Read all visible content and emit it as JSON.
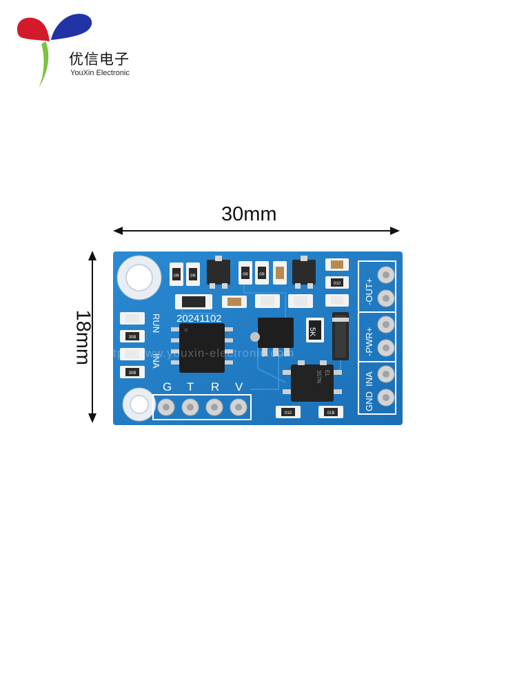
{
  "brand": {
    "name_cn": "优信电子",
    "name_en": "YouXin Electronic"
  },
  "dimensions": {
    "width_label": "30mm",
    "height_label": "18mm"
  },
  "board": {
    "date_code": "20241102",
    "run_label": "RUN",
    "ina_label": "INA",
    "resistor_code": "5K",
    "chip_marking_1": "357N",
    "chip_marking_2": "EL",
    "uart_pins": [
      "G",
      "T",
      "R",
      "V"
    ],
    "right_labels": [
      "-OUT+",
      "-PWR+",
      "GND  INA"
    ],
    "smd_codes": [
      "0R",
      "0R",
      "0R",
      "0R",
      "30B",
      "30B",
      "010",
      "010",
      "01B"
    ]
  },
  "watermark": "http://www.youxin-electronic.com",
  "colors": {
    "pcb_blue": "#1f7fc8",
    "silkscreen": "#ffffff",
    "brand_red": "#d21a2a",
    "brand_blue": "#2233a6",
    "brand_green": "#7cc242"
  }
}
